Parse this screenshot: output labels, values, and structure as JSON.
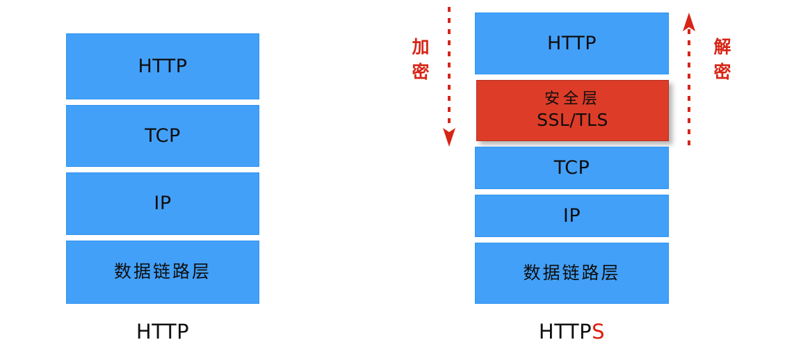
{
  "diagram": {
    "title_implicit": "HTTP vs HTTPS protocol stack",
    "colors": {
      "layer_blue": "#43a0f8",
      "layer_blue_border": "#2f93f0",
      "security_red": "#dc3c28",
      "security_red_border": "#b5301f",
      "annotation_red": "#d62516",
      "accent_s": "#e01b0c",
      "text_dark": "#0d0d0d",
      "background": "#ffffff"
    }
  },
  "left_stack": {
    "caption": "HTTP",
    "layers": [
      {
        "label": "HTTP",
        "kind": "blue",
        "script": "latin"
      },
      {
        "label": "TCP",
        "kind": "blue",
        "script": "latin"
      },
      {
        "label": "IP",
        "kind": "blue",
        "script": "latin"
      },
      {
        "label": "数据链路层",
        "kind": "blue",
        "script": "cjk"
      }
    ]
  },
  "right_stack": {
    "caption_main": "HTTP",
    "caption_accent": "S",
    "layers": [
      {
        "label": "HTTP",
        "kind": "blue",
        "script": "latin"
      },
      {
        "label_cjk": "安全层",
        "label_latin": "SSL/TLS",
        "kind": "red",
        "script": "both"
      },
      {
        "label": "TCP",
        "kind": "blue",
        "script": "latin"
      },
      {
        "label": "IP",
        "kind": "blue",
        "script": "latin"
      },
      {
        "label": "数据链路层",
        "kind": "blue",
        "script": "cjk"
      }
    ]
  },
  "annotations": {
    "encrypt": {
      "text": "加密",
      "direction": "down"
    },
    "decrypt": {
      "text": "解密",
      "direction": "up"
    }
  }
}
